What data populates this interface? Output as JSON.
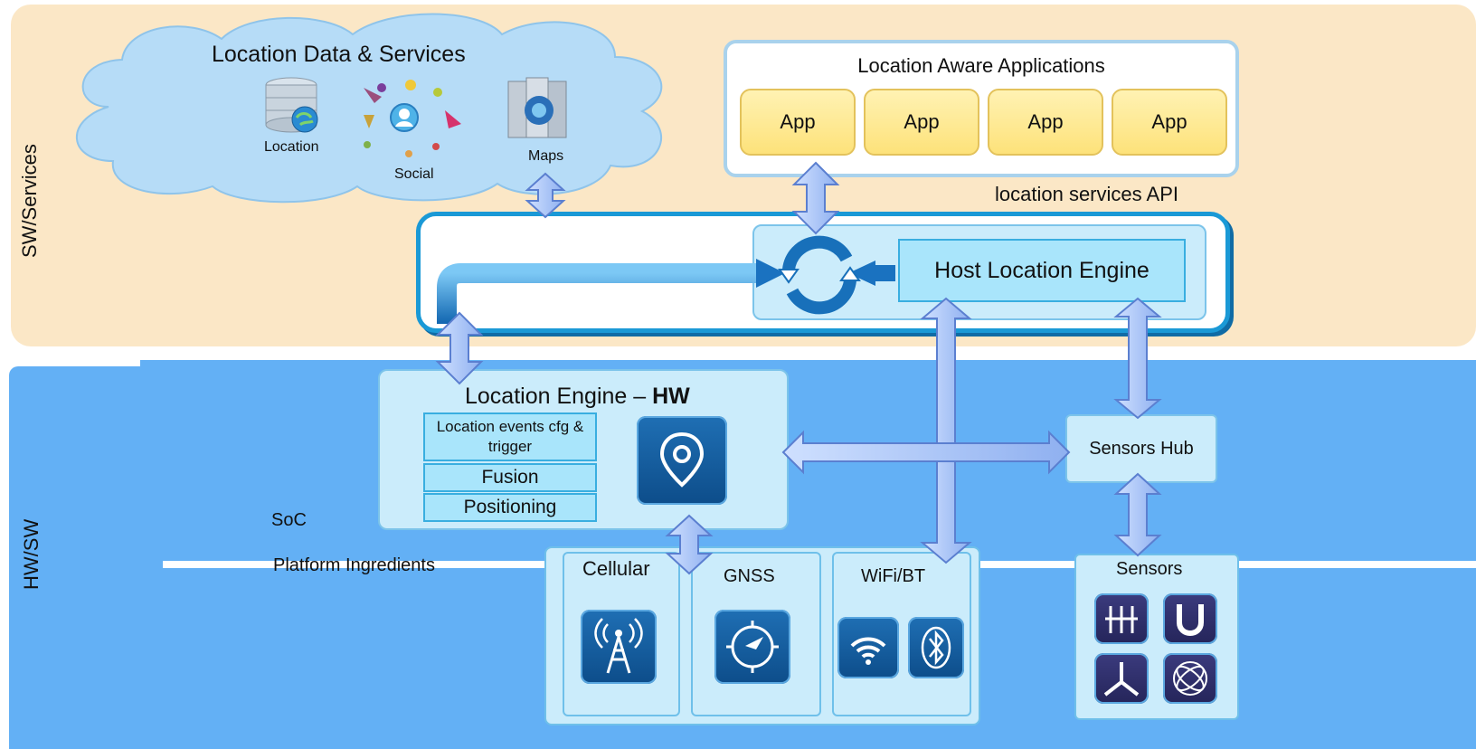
{
  "bands": {
    "sw_label": "SW/Services",
    "hw_label": "HW/SW"
  },
  "cloud": {
    "title": "Location Data & Services",
    "location_label": "Location",
    "social_label": "Social",
    "maps_label": "Maps"
  },
  "apps_panel": {
    "title": "Location Aware Applications",
    "apps": [
      "App",
      "App",
      "App",
      "App"
    ]
  },
  "api_label": "location services API",
  "host_engine": {
    "label": "Host Location Engine"
  },
  "location_engine": {
    "title_prefix": "Location Engine – ",
    "title_bold": "HW",
    "items": [
      "Location events cfg & trigger",
      "Fusion",
      "Positioning"
    ]
  },
  "sensors_hub": "Sensors Hub",
  "soc_label": "SoC",
  "platform_label": "Platform Ingredients",
  "ingredients": {
    "cellular": "Cellular",
    "gnss": "GNSS",
    "wifi_bt": "WiFi/BT"
  },
  "sensors": "Sensors",
  "colors": {
    "sw_band": "#fbe7c6",
    "hw_band": "#63b0f5",
    "host_border": "#1a99d6",
    "app_fill": "#fde27a"
  }
}
